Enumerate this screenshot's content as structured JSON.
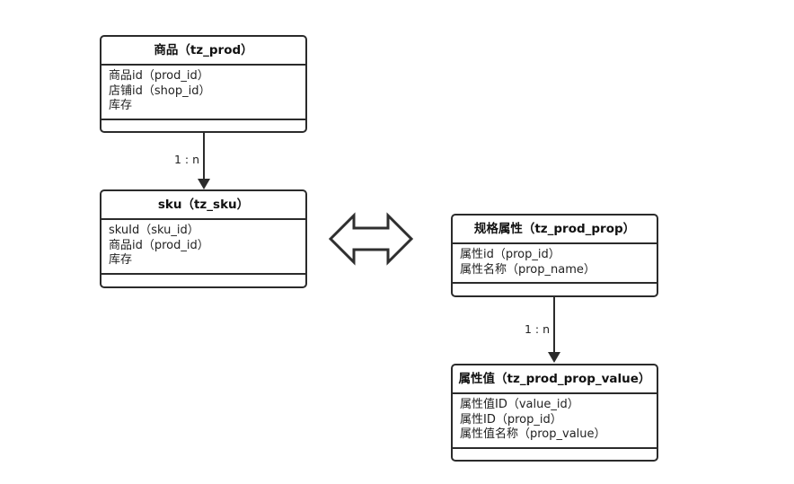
{
  "diagram": {
    "title_text": "",
    "background": "#ffffff",
    "stroke_color": "#2b2b2b",
    "entities": [
      {
        "id": "tz_prod",
        "title": "商品（tz_prod）",
        "attributes": [
          "商品id（prod_id）",
          "店铺id（shop_id）",
          "库存"
        ],
        "footer": ""
      },
      {
        "id": "tz_sku",
        "title": "sku（tz_sku）",
        "attributes": [
          "skuId（sku_id）",
          "商品id（prod_id）",
          "库存"
        ],
        "footer": ""
      },
      {
        "id": "tz_prod_prop",
        "title": "规格属性（tz_prod_prop）",
        "attributes": [
          "属性id（prop_id）",
          "属性名称（prop_name）"
        ],
        "footer": ""
      },
      {
        "id": "tz_prod_prop_value",
        "title": "属性值（tz_prod_prop_value）",
        "attributes": [
          "属性值ID（value_id）",
          "属性ID（prop_id）",
          "属性值名称（prop_value）"
        ],
        "footer": ""
      }
    ],
    "relations": [
      {
        "id": "prod-to-sku",
        "label": "1 : n"
      },
      {
        "id": "prop-to-prop-value",
        "label": "1 : n"
      }
    ],
    "link_arrow": {
      "name": "double-headed-arrow",
      "label": ""
    }
  }
}
